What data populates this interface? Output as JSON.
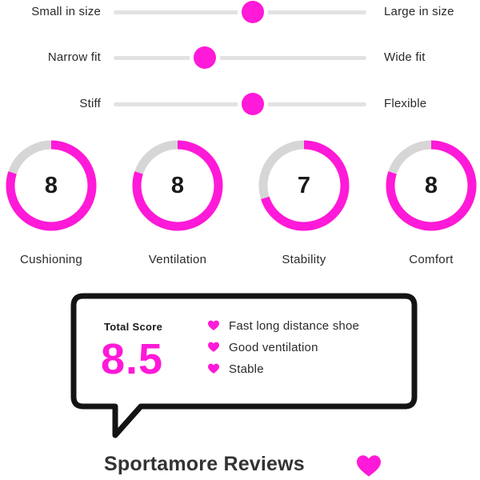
{
  "colors": {
    "accent": "#ff19d8",
    "track": "#e2e2e2",
    "gauge_track": "#d6d6d6",
    "text": "#2a2a2a"
  },
  "sliders": [
    {
      "left_label": "Small in size",
      "right_label": "Large in size",
      "position": 0.55
    },
    {
      "left_label": "Narrow fit",
      "right_label": "Wide fit",
      "position": 0.36
    },
    {
      "left_label": "Stiff",
      "right_label": "Flexible",
      "position": 0.55
    }
  ],
  "ratings": [
    {
      "label": "Cushioning",
      "value": 8,
      "max": 10
    },
    {
      "label": "Ventilation",
      "value": 8,
      "max": 10
    },
    {
      "label": "Stability",
      "value": 7,
      "max": 10
    },
    {
      "label": "Comfort",
      "value": 8,
      "max": 10
    }
  ],
  "total_score": {
    "label": "Total Score",
    "value": "8.5"
  },
  "highlights": [
    {
      "icon": "heart-icon",
      "text": "Fast long distance shoe"
    },
    {
      "icon": "heart-icon",
      "text": "Good ventilation"
    },
    {
      "icon": "heart-icon",
      "text": "Stable"
    }
  ],
  "brand": {
    "name": "Sportamore Reviews",
    "icon": "heart-icon"
  }
}
